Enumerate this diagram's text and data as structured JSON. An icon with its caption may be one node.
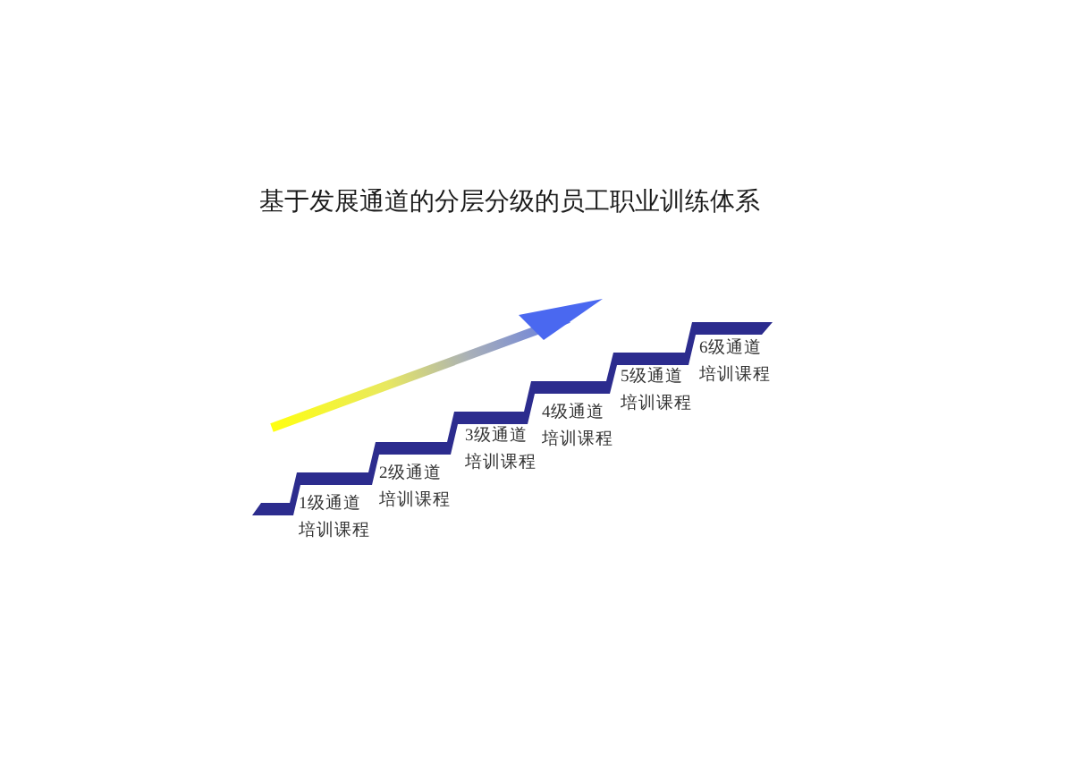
{
  "diagram": {
    "title": "基于发展通道的分层分级的员工职业训练体系",
    "labels": [
      "1级通道",
      "培训课程",
      "2级通道",
      "培训课程",
      "3级通道",
      "培训课程",
      "4级通道",
      "培训课程",
      "5级通道",
      "培训课程",
      "6级通道",
      "培训课程"
    ]
  }
}
